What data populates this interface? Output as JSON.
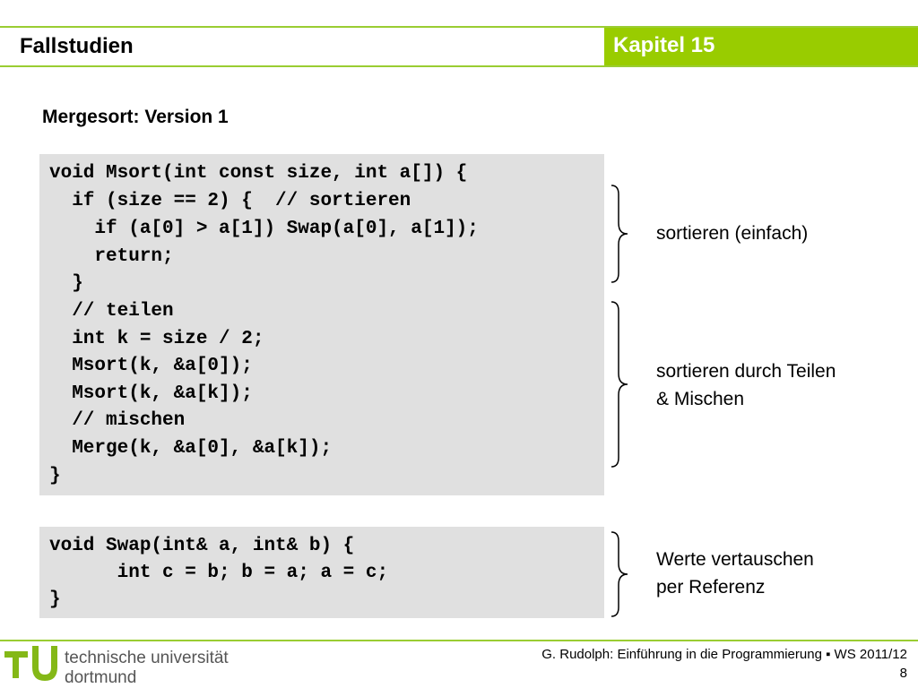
{
  "header": {
    "title": "Fallstudien",
    "chapter": "Kapitel 15",
    "accent_color": "#99cc00",
    "line_color": "#9acd32"
  },
  "main": {
    "heading": "Mergesort: Version 1",
    "code_block_1": [
      "void Msort(int const size, int a[]) {",
      "  if (size == 2) {  // sortieren",
      "    if (a[0] > a[1]) Swap(a[0], a[1]);",
      "    return;",
      "  }",
      "  // teilen",
      "  int k = size / 2;",
      "  Msort(k, &a[0]);",
      "  Msort(k, &a[k]);",
      "  // mischen",
      "  Merge(k, &a[0], &a[k]);",
      "}"
    ],
    "code_block_2": [
      "void Swap(int& a, int& b) {",
      "      int c = b; b = a; a = c;",
      "}"
    ],
    "annotations": {
      "simple_sort": "sortieren (einfach)",
      "divide_merge_1": "sortieren durch Teilen",
      "divide_merge_2": "& Mischen",
      "swap_1": "Werte vertauschen",
      "swap_2": "per Referenz"
    },
    "code_background": "#e0e0e0"
  },
  "footer": {
    "logo_icon": "tu-logo-icon",
    "university_line_1": "technische universität",
    "university_line_2": "dortmund",
    "lecture": "G. Rudolph: Einführung in die Programmierung ▪ WS 2011/12",
    "page": "8",
    "logo_color": "#84b817"
  }
}
